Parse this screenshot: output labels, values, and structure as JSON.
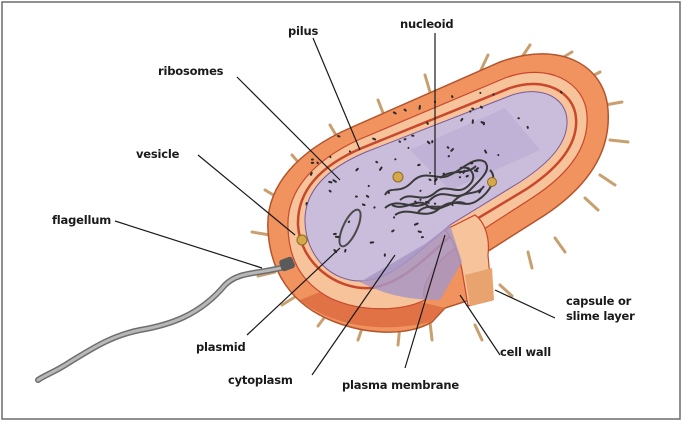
{
  "labels": {
    "pilus": "pilus",
    "nucleoid": "nucleoid",
    "ribosomes": "ribosomes",
    "vesicle": "vesicle",
    "flagellum": "flagellum",
    "plasmid": "plasmid",
    "cytoplasm": "cytoplasm",
    "plasma_membrane": "plasma membrane",
    "cell_wall": "cell wall",
    "capsule_line1": "capsule or",
    "capsule_line2": "slime layer"
  },
  "colors": {
    "capsule": "#f0935e",
    "capsule_dark": "#d8643a",
    "cell_wall": "#f6c39a",
    "membrane": "#c9472c",
    "cytoplasm": "#c9bddb",
    "cytoplasm_dark": "#a897c3",
    "flagellum": "#8c8c8c",
    "border": "#6b6b6b"
  }
}
